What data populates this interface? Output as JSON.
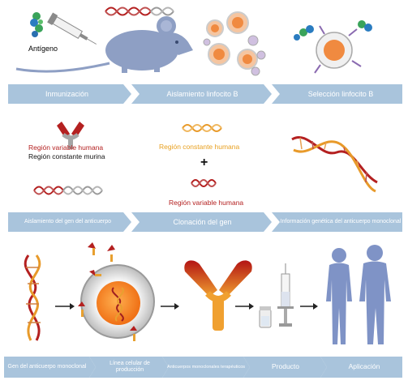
{
  "labels": {
    "antigen": "Antígeno",
    "region_variable_humana": "Región variable humana",
    "region_constante_murina": "Región constante murina",
    "region_constante_humana": "Región constante humana",
    "plus": "+",
    "region_variable_humana_2": "Región variable humana"
  },
  "row1": [
    "Inmunización",
    "Aislamiento linfocito B",
    "Selección linfocito B"
  ],
  "row2": [
    "Aislamiento del gen del anticuerpo",
    "Clonación del gen",
    "Información genética del anticuerpo monoclonal"
  ],
  "row3": [
    "Gen del anticuerpo monoclonal",
    "Línea celular de producción",
    "Anticuerpos monoclonales terapéuticos",
    "Producto",
    "Aplicación"
  ],
  "colors": {
    "arrow_bg": "#a9c4dc",
    "human_red": "#9a1b1b",
    "human_orange": "#e89a2a",
    "dna_gray": "#9a9a9a",
    "mouse": "#8e9fc4",
    "body_blue": "#7f93c6",
    "cell_gray": "#d5d5d5",
    "nucleus": "#f08020"
  },
  "icons": [
    "vaccine-syringe-icon",
    "mouse-icon",
    "dna-icon",
    "b-cell-icon",
    "antibody-icon",
    "vial-icon",
    "human-body-icon"
  ]
}
